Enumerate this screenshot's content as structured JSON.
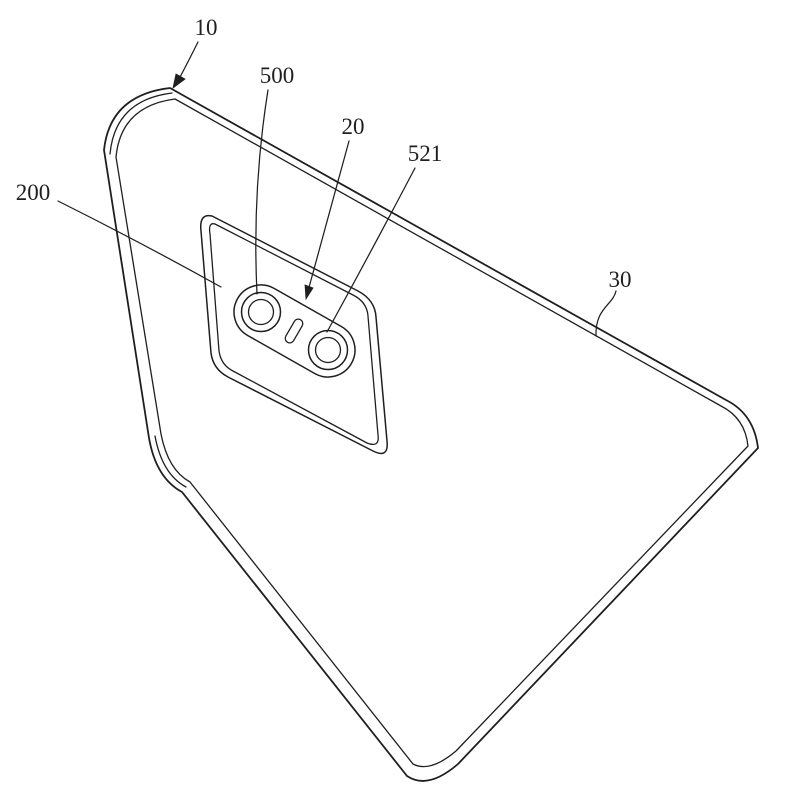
{
  "figure": {
    "background": "#ffffff",
    "line_color": "#1f1f1f",
    "text_color": "#1f1f1f",
    "labels": {
      "ref10": "10",
      "ref200": "200",
      "ref500": "500",
      "ref20": "20",
      "ref521": "521",
      "ref30": "30"
    }
  }
}
